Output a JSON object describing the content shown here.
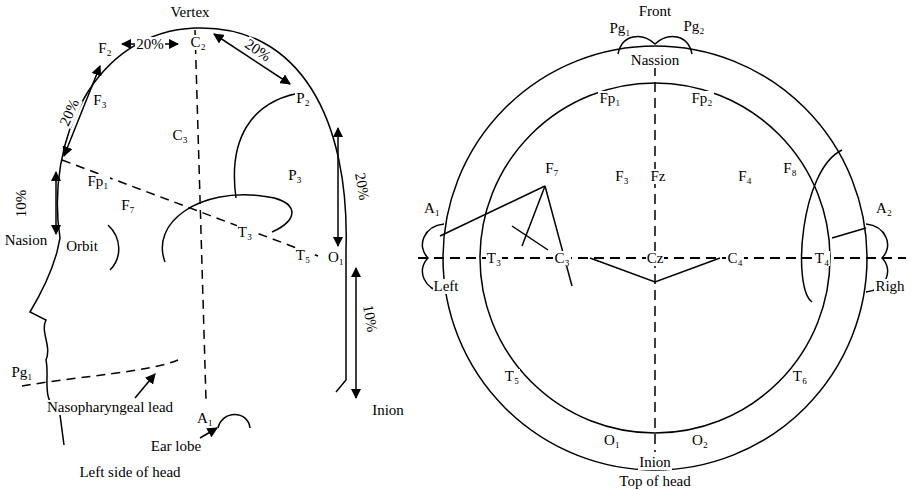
{
  "diagram": {
    "labels": [
      "Vertex",
      "F₂",
      "20%",
      "C₂",
      "20%",
      "P₂",
      "20%",
      "10%",
      "20%",
      "10%",
      "F₃",
      "C₃",
      "P₃",
      "Fp₁",
      "F₇",
      "T₃",
      "T₅",
      "O₁",
      "Nasion",
      "Orbit",
      "Pg₁",
      "Nasopharyngeal lead",
      "A₁",
      "Ear lobe",
      "Inion",
      "Left side of head",
      "Front",
      "Pg₁",
      "Pg₂",
      "Nassion",
      "Fp₁",
      "Fp₂",
      "F₇",
      "F₃",
      "Fz",
      "F₄",
      "F₈",
      "A₁",
      "T₃",
      "C₃",
      "Cz",
      "C₄",
      "T₄",
      "A₂",
      "Left",
      "Righ",
      "T₅",
      "T₆",
      "O₁",
      "O₂",
      "Inion",
      "Top of head"
    ]
  }
}
